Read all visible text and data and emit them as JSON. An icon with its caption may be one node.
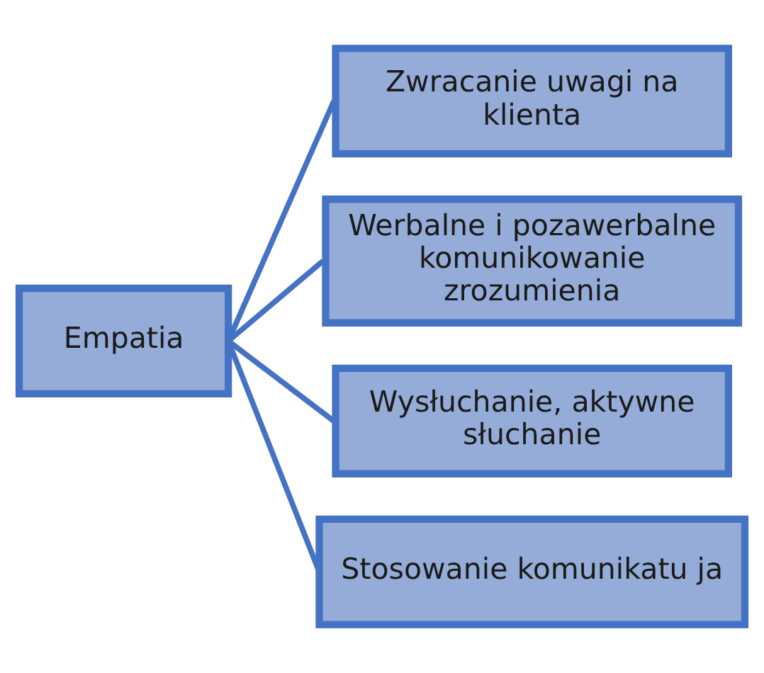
{
  "diagram": {
    "nodes": [
      {
        "text": [
          "Empatia"
        ]
      },
      {
        "text": [
          "Zwracanie uwagi na klienta"
        ]
      },
      {
        "text": [
          "Werbalne i pozawerbalne komunikowanie zrozumienia"
        ]
      },
      {
        "text": [
          "Wysłuchanie, aktywne słuchanie"
        ]
      },
      {
        "text": [
          "Stosowanie komunikatu ja"
        ]
      }
    ],
    "edges": [
      {
        "from": 0,
        "to": 1,
        "arrow": "none"
      },
      {
        "from": 0,
        "to": 2,
        "arrow": "none"
      },
      {
        "from": 0,
        "to": 3,
        "arrow": "none"
      },
      {
        "from": 0,
        "to": 4,
        "arrow": "none"
      }
    ]
  }
}
